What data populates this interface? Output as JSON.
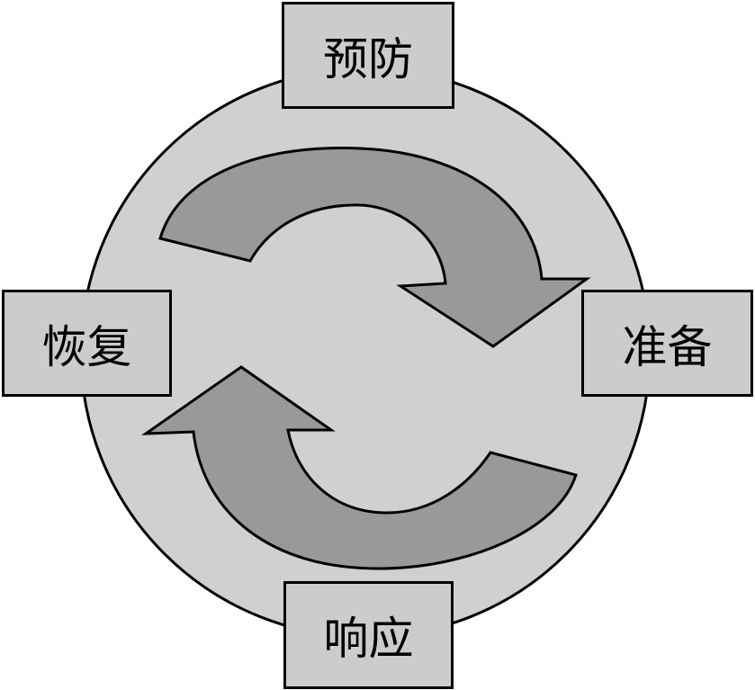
{
  "diagram": {
    "title": "",
    "stages": {
      "top": "预防",
      "right": "准备",
      "bottom": "响应",
      "left": "恢复"
    },
    "colors": {
      "circle": "#d0d0d0",
      "arrow": "#999999",
      "box": "#cccccc",
      "stroke": "#000000"
    }
  }
}
